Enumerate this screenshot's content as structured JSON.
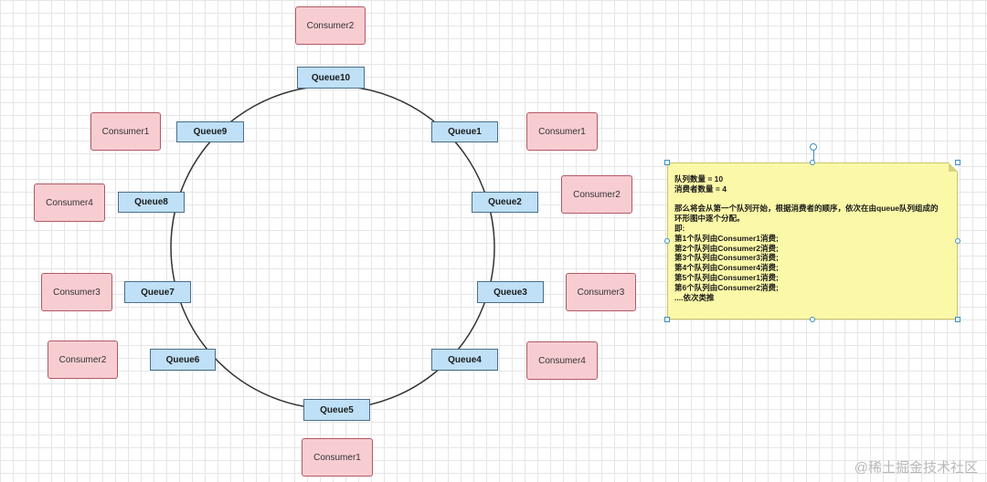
{
  "diagram": {
    "queues": [
      {
        "id": "q10",
        "label": "Queue10"
      },
      {
        "id": "q1",
        "label": "Queue1"
      },
      {
        "id": "q2",
        "label": "Queue2"
      },
      {
        "id": "q3",
        "label": "Queue3"
      },
      {
        "id": "q4",
        "label": "Queue4"
      },
      {
        "id": "q5",
        "label": "Queue5"
      },
      {
        "id": "q6",
        "label": "Queue6"
      },
      {
        "id": "q7",
        "label": "Queue7"
      },
      {
        "id": "q8",
        "label": "Queue8"
      },
      {
        "id": "q9",
        "label": "Queue9"
      }
    ],
    "consumers": [
      {
        "id": "c-top",
        "label": "Consumer2"
      },
      {
        "id": "c-q1",
        "label": "Consumer1"
      },
      {
        "id": "c-q2",
        "label": "Consumer2"
      },
      {
        "id": "c-q3",
        "label": "Consumer3"
      },
      {
        "id": "c-q4",
        "label": "Consumer4"
      },
      {
        "id": "c-q5",
        "label": "Consumer1"
      },
      {
        "id": "c-q6",
        "label": "Consumer2"
      },
      {
        "id": "c-q7",
        "label": "Consumer3"
      },
      {
        "id": "c-q8",
        "label": "Consumer4"
      },
      {
        "id": "c-q9",
        "label": "Consumer1"
      }
    ],
    "colors": {
      "queue_fill": "#bfe0f6",
      "consumer_fill": "#f8cdd2",
      "note_fill": "#fbf8a8",
      "selection": "#3c8fbf"
    }
  },
  "note": {
    "line1": "队列数量 = 10",
    "line2": "消费者数量 = 4",
    "line3": "",
    "line4": "那么将会从第一个队列开始，根据消费者的顺序，依次在由queue队列组成的环形图中逐个分配。",
    "line5": "即:",
    "line6": "第1个队列由Consumer1消费;",
    "line7": "第2个队列由Consumer2消费;",
    "line8": "第3个队列由Consumer3消费;",
    "line9": "第4个队列由Consumer4消费;",
    "line10": "第5个队列由Consumer1消费;",
    "line11": "第6个队列由Consumer2消费;",
    "line12": "....依次类推"
  },
  "watermark": "@稀土掘金技术社区"
}
